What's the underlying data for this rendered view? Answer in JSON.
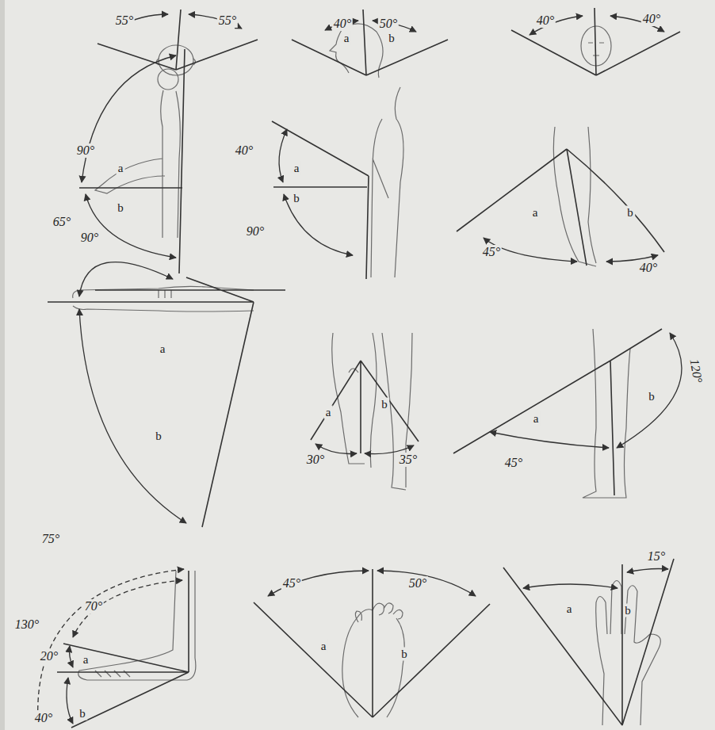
{
  "diagram": {
    "labels": [
      "55°",
      "55°",
      "40°",
      "a",
      "50°",
      "b",
      "40°",
      "40°",
      "90°",
      "a",
      "b",
      "90°",
      "40°",
      "a",
      "b",
      "90°",
      "a",
      "b",
      "45°",
      "40°",
      "65°",
      "a",
      "b",
      "75°",
      "a",
      "b",
      "30°",
      "35°",
      "a",
      "b",
      "45°",
      "120°",
      "70°",
      "130°",
      "20°",
      "a",
      "b",
      "40°",
      "45°",
      "50°",
      "a",
      "b",
      "15°",
      "a",
      "b"
    ]
  }
}
